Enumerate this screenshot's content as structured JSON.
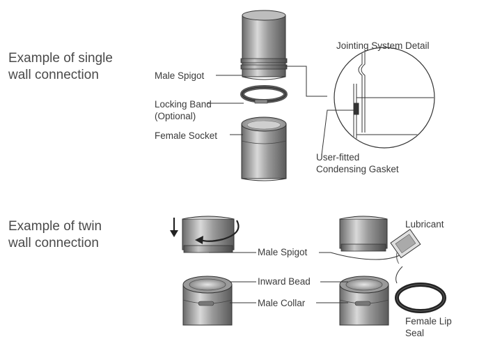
{
  "single": {
    "heading": "Example of single\nwall connection",
    "male_spigot": "Male Spigot",
    "locking_band": "Locking Band\n(Optional)",
    "female_socket": "Female Socket",
    "detail_title": "Jointing System Detail",
    "gasket": "User-fitted\nCondensing Gasket"
  },
  "twin": {
    "heading": "Example of twin\nwall connection",
    "male_spigot": "Male Spigot",
    "lubricant": "Lubricant",
    "inward_bead": "Inward Bead",
    "male_collar": "Male Collar",
    "female_lip_seal": "Female Lip\nSeal"
  },
  "colors": {
    "metal_dark": "#6e6e6e",
    "metal_light": "#d8d8d8",
    "line": "#3a3a3a"
  }
}
